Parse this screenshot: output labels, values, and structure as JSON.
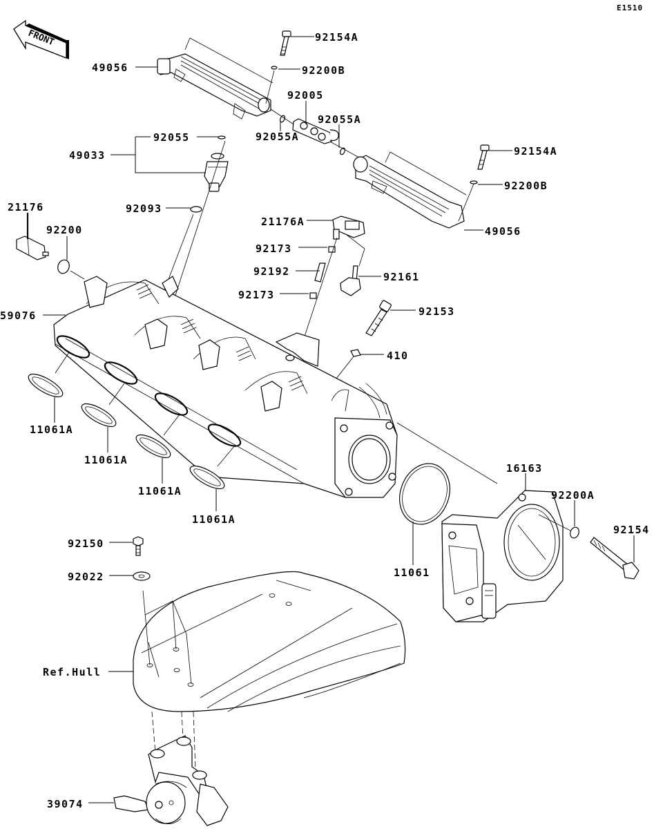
{
  "diagram_id": "E1510",
  "direction_indicator": "FRONT",
  "labels": {
    "l_49056_a": "49056",
    "l_92154A_a": "92154A",
    "l_92200B_a": "92200B",
    "l_92005": "92005",
    "l_92055A_a": "92055A",
    "l_92055A_b": "92055A",
    "l_92055": "92055",
    "l_49033": "49033",
    "l_92093": "92093",
    "l_21176": "21176",
    "l_92200": "92200",
    "l_92154A_b": "92154A",
    "l_92200B_b": "92200B",
    "l_49056_b": "49056",
    "l_21176A": "21176A",
    "l_92173_a": "92173",
    "l_92192": "92192",
    "l_92161": "92161",
    "l_92173_b": "92173",
    "l_92153": "92153",
    "l_59076": "59076",
    "l_410": "410",
    "l_11061A_a": "11061A",
    "l_11061A_b": "11061A",
    "l_11061A_c": "11061A",
    "l_11061A_d": "11061A",
    "l_16163": "16163",
    "l_92200A": "92200A",
    "l_92154": "92154",
    "l_11061": "11061",
    "l_92150": "92150",
    "l_92022": "92022",
    "l_ref_hull": "Ref.Hull",
    "l_39074": "39074"
  }
}
